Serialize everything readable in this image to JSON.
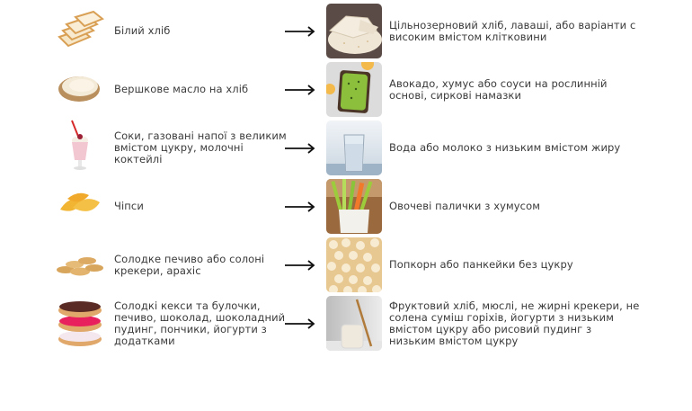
{
  "rows": [
    {
      "unhealthy": {
        "label": "Білий хліб",
        "icon": "white-bread-icon"
      },
      "healthy": {
        "label": "Цільнозерновий хліб, лаваші, або варіанти с високим вмістом клітковини",
        "icon": "lavash-icon"
      }
    },
    {
      "unhealthy": {
        "label": "Вершкове масло на хліб",
        "icon": "buttered-bread-icon"
      },
      "healthy": {
        "label": "Авокадо, хумус або соуси на рослинній основі, сиркові намазки",
        "icon": "avocado-toast-icon"
      }
    },
    {
      "unhealthy": {
        "label": "Соки, газовані напої з великим вмістом цукру, молочні коктейлі",
        "icon": "milkshake-icon"
      },
      "healthy": {
        "label": "Вода або молоко з низьким вмістом жиру",
        "icon": "glass-of-water-icon"
      }
    },
    {
      "unhealthy": {
        "label": "Чіпси",
        "icon": "chips-icon"
      },
      "healthy": {
        "label": "Овочеві палички з хумусом",
        "icon": "veggie-sticks-icon"
      }
    },
    {
      "unhealthy": {
        "label": "Солодке печиво або солоні крекери, арахіс",
        "icon": "cookies-icon"
      },
      "healthy": {
        "label": "Попкорн або панкейки без цукру",
        "icon": "popcorn-icon"
      }
    },
    {
      "unhealthy": {
        "label": "Солодкі кекси та булочки, печиво, шоколад, шоколадний пудинг, пончики, йогурти з додатками",
        "icon": "donuts-icon"
      },
      "healthy": {
        "label": "Фруктовий хліб, мюслі, не жирні крекери, не солена суміш горіхів, йогурти з низьким вмістом цукру або рисовий пудинг з низьким вмістом цукру",
        "icon": "rice-pudding-icon"
      }
    }
  ],
  "arrow": {
    "icon": "right-arrow-icon",
    "color": "#111111"
  },
  "colors": {
    "text": "#3a3a3a",
    "background": "#ffffff"
  }
}
